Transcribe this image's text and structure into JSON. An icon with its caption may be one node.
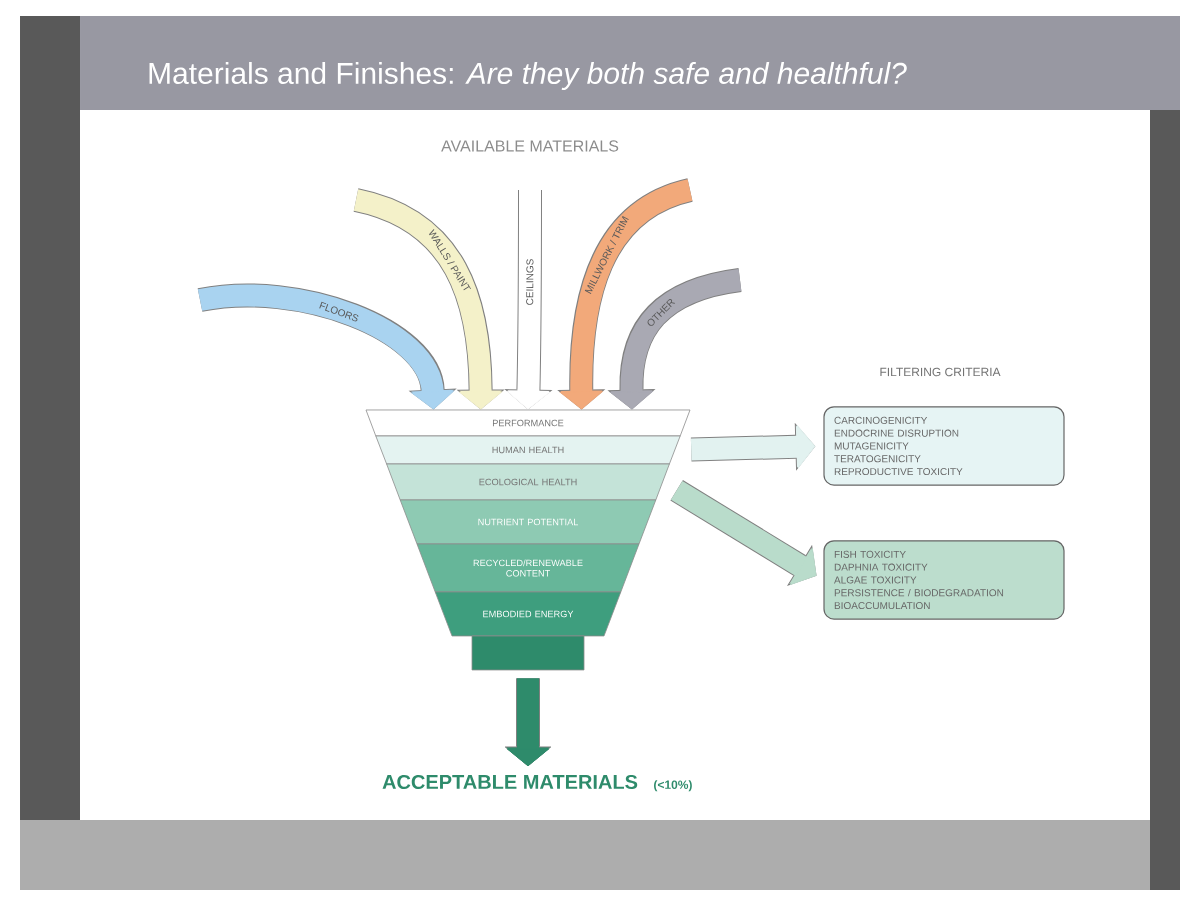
{
  "diagram": {
    "title": "Materials and Finishes: *Are they both safe and healthful?*",
    "nodes": [
      {
        "text": [
          "PERFORMANCE"
        ]
      },
      {
        "text": [
          "HUMAN HEALTH"
        ]
      },
      {
        "text": [
          "ECOLOGICAL HEALTH"
        ]
      },
      {
        "text": [
          "NUTRIENT POTENTIAL"
        ]
      },
      {
        "text": [
          "RECYCLED/RENEWABLE CONTENT"
        ]
      },
      {
        "text": [
          "EMBODIED ENERGY"
        ]
      },
      {
        "text": [],
        "shape": "box"
      },
      {
        "text": [
          "CARCINOGENICITY",
          "ENDOCRINE DISRUPTION",
          "MUTAGENICITY",
          "TERATOGENICITY",
          "REPRODUCTIVE TOXICITY"
        ]
      },
      {
        "text": [
          "FISH TOXICITY",
          "DAPHNIA TOXICITY",
          "ALGAE TOXICITY",
          "PERSISTENCE / BIODEGRADATION",
          "BIOACCUMULATION"
        ]
      },
      {
        "text": [
          "ACCEPTABLE MATERIALS"
        ],
        "beside": [
          "(<10%)"
        ]
      }
    ],
    "edges": [
      {
        "from": null,
        "to": 0,
        "arrow": "to",
        "label": "FLOORS",
        "color": "#a9d3f0"
      },
      {
        "from": null,
        "to": 0,
        "arrow": "to",
        "label": "WALLS / PAINT",
        "color": "#f4f1c9"
      },
      {
        "from": null,
        "to": 0,
        "arrow": "to",
        "label": "CEILINGS",
        "color": "#ffffff"
      },
      {
        "from": null,
        "to": 0,
        "arrow": "to",
        "label": "MILLWORK / TRIM",
        "color": "#f2a97a"
      },
      {
        "from": null,
        "to": 0,
        "arrow": "to",
        "label": "OTHER",
        "color": "#a9a9b3"
      },
      {
        "from": 1,
        "to": 7,
        "arrow": "to",
        "color": "#e2f2f0"
      },
      {
        "from": 2,
        "to": 8,
        "arrow": "to",
        "color": "#b9dccb"
      },
      {
        "from": 6,
        "to": 9,
        "arrow": "to",
        "color": "#2e8b6b"
      }
    ],
    "labels": [
      "AVAILABLE MATERIALS",
      "FILTERING CRITERIA"
    ]
  }
}
